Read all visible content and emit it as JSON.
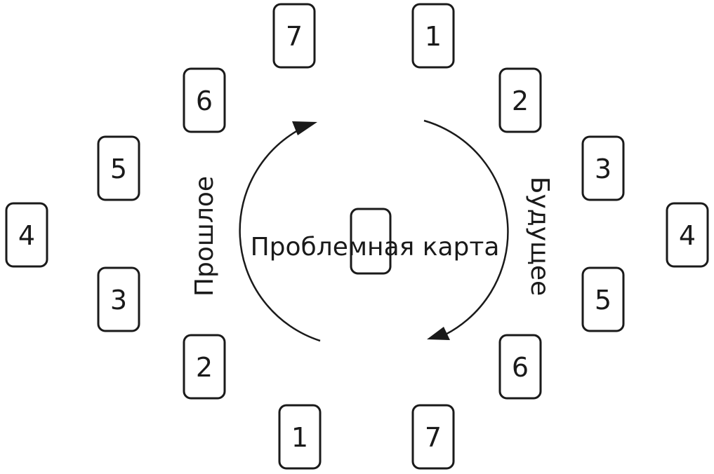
{
  "center": {
    "label": "Проблемная карта"
  },
  "past": {
    "label": "Прошлое",
    "cards": [
      "1",
      "2",
      "3",
      "4",
      "5",
      "6",
      "7"
    ]
  },
  "future": {
    "label": "Будущее",
    "cards": [
      "1",
      "2",
      "3",
      "4",
      "5",
      "6",
      "7"
    ]
  },
  "colors": {
    "ink": "#1a1a1a",
    "background": "#ffffff"
  }
}
